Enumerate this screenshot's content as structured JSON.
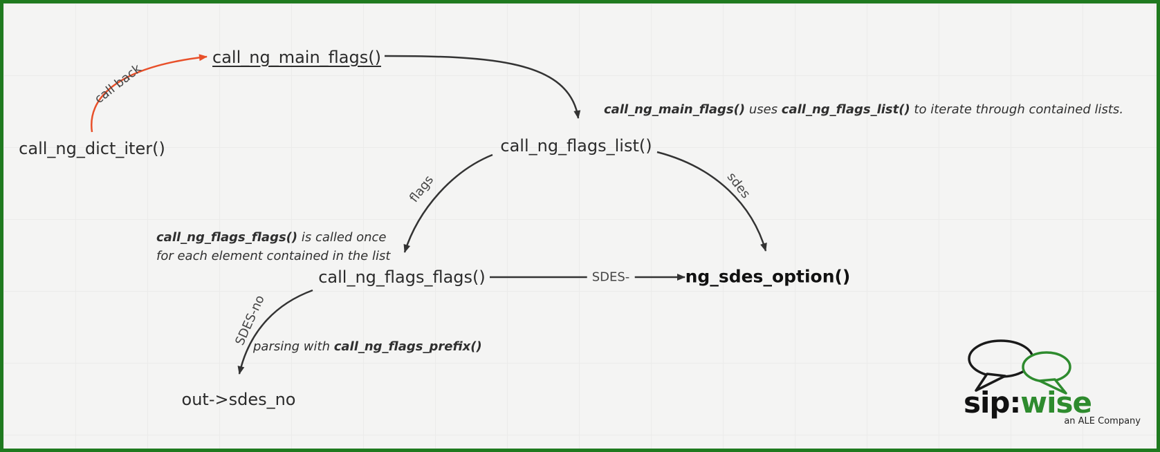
{
  "diagram": {
    "nodes": {
      "dict_iter": "call_ng_dict_iter()",
      "main_flags": "call_ng_main_flags()",
      "flags_list": "call_ng_flags_list()",
      "flags_flags": "call_ng_flags_flags()",
      "sdes_option": "ng_sdes_option()",
      "out_sdes_no": "out->sdes_no"
    },
    "edges": {
      "callback_label": "call back",
      "flags_label": "flags",
      "sdes_label": "sdes",
      "sdes_dash_label": "SDES-",
      "sdes_no_label": "SDES-no"
    },
    "notes": {
      "main": {
        "b1": "call_ng_main_flags()",
        "t1": " uses ",
        "b2": "call_ng_flags_list()",
        "t2": " to iterate through contained lists."
      },
      "flags": {
        "b1": "call_ng_flags_flags()",
        "t1": " is called once",
        "t2": "for each element contained in the list"
      },
      "prefix": {
        "t1": "parsing with ",
        "b1": "call_ng_flags_prefix()"
      }
    },
    "colors": {
      "border_green": "#1f7a1f",
      "background": "#f4f4f3",
      "arrow_dark": "#333333",
      "arrow_callback_red": "#e8502a",
      "logo_green": "#2e8b2e"
    },
    "logo": {
      "sip": "sip:",
      "wise": "wise",
      "tagline": "an ALE Company"
    }
  }
}
